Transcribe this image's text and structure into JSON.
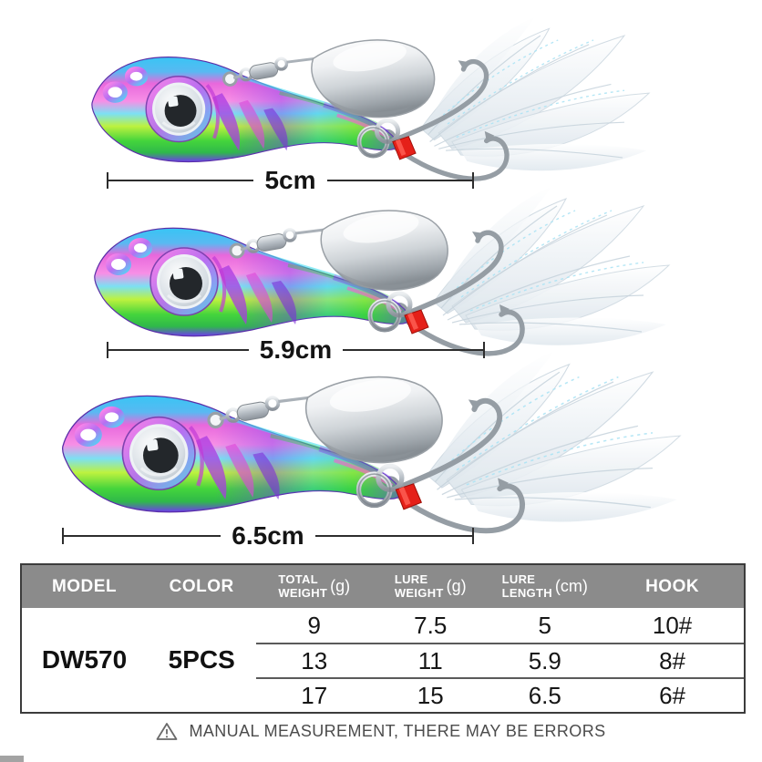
{
  "product": {
    "measurements": [
      {
        "label": "5cm"
      },
      {
        "label": "5.9cm"
      },
      {
        "label": "6.5cm"
      }
    ]
  },
  "spec_table": {
    "headers": {
      "model": "MODEL",
      "color": "COLOR",
      "total_weight": {
        "line1": "TOTAL",
        "line2": "WEIGHT",
        "unit": "(g)"
      },
      "lure_weight": {
        "line1": "LURE",
        "line2": "WEIGHT",
        "unit": "(g)"
      },
      "lure_length": {
        "line1": "LURE",
        "line2": "LENGTH",
        "unit": "(cm)"
      },
      "hook": "HOOK"
    },
    "model": "DW570",
    "color": "5PCS",
    "rows": [
      {
        "total_weight": "9",
        "lure_weight": "7.5",
        "lure_length": "5",
        "hook": "10#"
      },
      {
        "total_weight": "13",
        "lure_weight": "11",
        "lure_length": "5.9",
        "hook": "8#"
      },
      {
        "total_weight": "17",
        "lure_weight": "15",
        "lure_length": "6.5",
        "hook": "6#"
      }
    ]
  },
  "footer_note": {
    "icon": "warning-triangle-icon",
    "text": "MANUAL MEASUREMENT, THERE MAY BE ERRORS"
  },
  "colors": {
    "header_bg": "#8b8b8b",
    "header_text": "#ffffff",
    "table_border": "#3c3c3c",
    "row_divider": "#5a5a5a",
    "measure_line": "#2d2d2d",
    "note_text": "#4c4c4c",
    "accent_red": "#e52019"
  }
}
